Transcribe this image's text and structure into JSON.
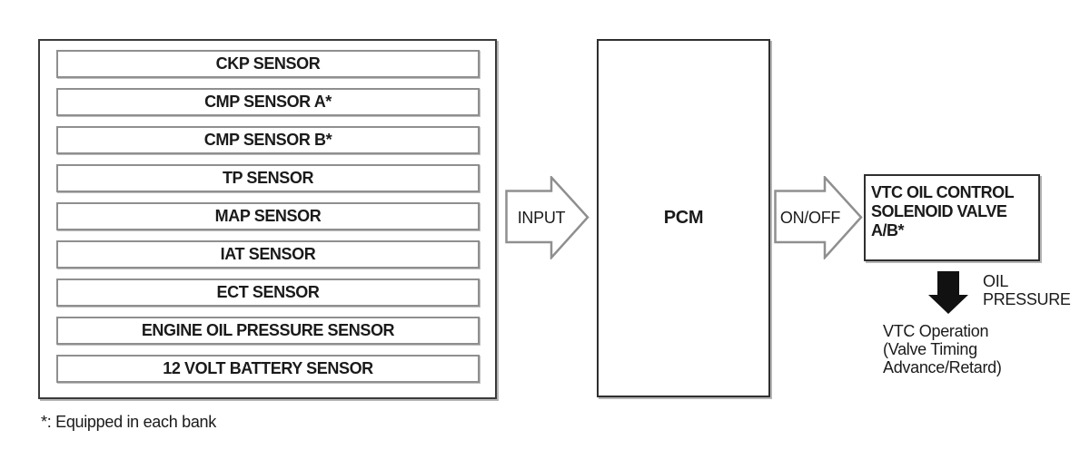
{
  "diagram": {
    "sensors": [
      "CKP SENSOR",
      "CMP SENSOR A*",
      "CMP SENSOR B*",
      "TP SENSOR",
      "MAP SENSOR",
      "IAT SENSOR",
      "ECT SENSOR",
      "ENGINE OIL PRESSURE SENSOR",
      "12 VOLT BATTERY SENSOR"
    ],
    "input_arrow_label": "INPUT",
    "pcm_label": "PCM",
    "onoff_arrow_label": "ON/OFF",
    "vtc_valve_box": {
      "lines": [
        "VTC OIL CONTROL",
        "SOLENOID VALVE",
        "A/B*"
      ]
    },
    "oil_pressure_label": {
      "lines": [
        "OIL",
        "PRESSURE"
      ]
    },
    "vtc_operation": {
      "lines": [
        "VTC Operation",
        "(Valve Timing",
        "Advance/Retard)"
      ]
    },
    "footnote": "*: Equipped in each bank",
    "colors": {
      "background": "#ffffff",
      "box_border_dark": "#2f2f2f",
      "sensor_border_gray": "#8f8f8f",
      "arrow_outline_gray": "#8f8f8f",
      "solid_arrow_black": "#111111",
      "text": "#1a1a1a"
    }
  }
}
